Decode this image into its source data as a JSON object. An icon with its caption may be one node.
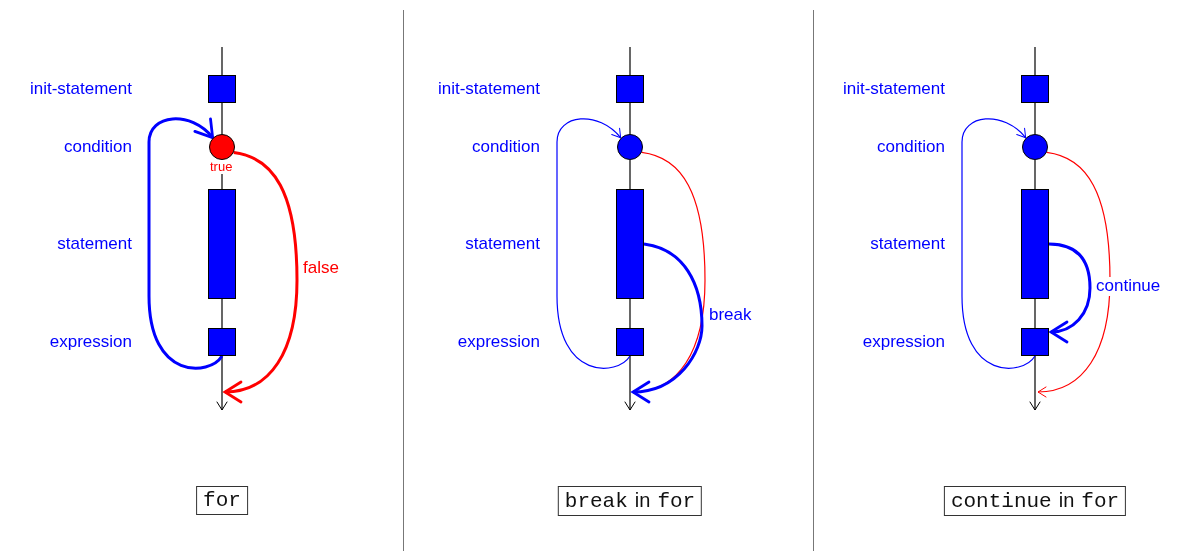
{
  "diagram": {
    "nodes": [
      {
        "text": [],
        "shape": "box"
      },
      {
        "text": [],
        "shape": "circle"
      },
      {
        "text": [],
        "shape": "bar"
      },
      {
        "text": [],
        "shape": "box"
      },
      {
        "text": [
          "for"
        ]
      },
      {
        "text": [],
        "shape": "box"
      },
      {
        "text": [],
        "shape": "circle"
      },
      {
        "text": [],
        "shape": "bar"
      },
      {
        "text": [],
        "shape": "box"
      },
      {
        "text": [
          "break",
          "in",
          "for"
        ]
      },
      {
        "text": [],
        "shape": "box"
      },
      {
        "text": [],
        "shape": "circle"
      },
      {
        "text": [],
        "shape": "bar"
      },
      {
        "text": [],
        "shape": "box"
      },
      {
        "text": [
          "continue",
          "in",
          "for"
        ]
      }
    ],
    "edges": [
      {
        "from": null,
        "to": 0,
        "arrow": "none"
      },
      {
        "from": 0,
        "to": 1,
        "arrow": "none"
      },
      {
        "from": 1,
        "to": 2,
        "arrow": "none",
        "label": "true"
      },
      {
        "from": 2,
        "to": 3,
        "arrow": "none"
      },
      {
        "from": 3,
        "to": null,
        "arrow": "to"
      },
      {
        "from": 3,
        "to": 1,
        "arrow": "to",
        "style": "thick",
        "color": "#0000ff"
      },
      {
        "from": 1,
        "to": null,
        "arrow": "to",
        "style": "thick",
        "color": "#ff0000",
        "label": "false"
      },
      {
        "from": null,
        "to": 5,
        "arrow": "none"
      },
      {
        "from": 5,
        "to": 6,
        "arrow": "none"
      },
      {
        "from": 6,
        "to": 7,
        "arrow": "none"
      },
      {
        "from": 7,
        "to": 8,
        "arrow": "none"
      },
      {
        "from": 8,
        "to": null,
        "arrow": "to"
      },
      {
        "from": 8,
        "to": 6,
        "arrow": "to",
        "color": "#0000ff"
      },
      {
        "from": 6,
        "to": null,
        "arrow": "to",
        "color": "#ff0000"
      },
      {
        "from": 7,
        "to": null,
        "arrow": "to",
        "style": "thick",
        "color": "#0000ff",
        "label": "break"
      },
      {
        "from": null,
        "to": 10,
        "arrow": "none"
      },
      {
        "from": 10,
        "to": 11,
        "arrow": "none"
      },
      {
        "from": 11,
        "to": 12,
        "arrow": "none"
      },
      {
        "from": 12,
        "to": 13,
        "arrow": "none"
      },
      {
        "from": 13,
        "to": null,
        "arrow": "to"
      },
      {
        "from": 13,
        "to": 11,
        "arrow": "to",
        "color": "#0000ff"
      },
      {
        "from": 11,
        "to": null,
        "arrow": "to",
        "color": "#ff0000"
      },
      {
        "from": 12,
        "to": 13,
        "arrow": "to",
        "style": "thick",
        "color": "#0000ff",
        "label": "continue"
      }
    ],
    "labels": [
      "init-statement",
      "condition",
      "statement",
      "expression",
      "init-statement",
      "condition",
      "statement",
      "expression",
      "init-statement",
      "condition",
      "statement",
      "expression"
    ]
  }
}
